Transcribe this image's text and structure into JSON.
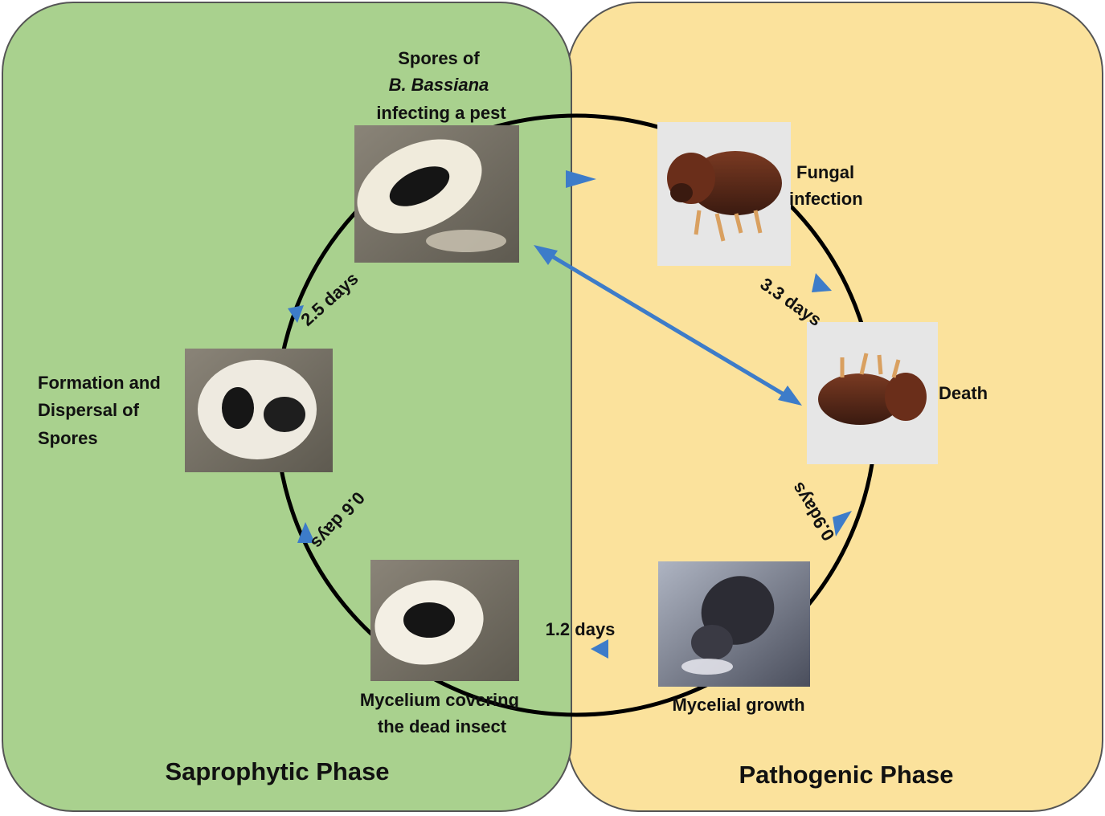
{
  "colors": {
    "saprophytic_panel": "#a9d18e",
    "pathogenic_panel": "#fbe29c",
    "panel_border": "#555555",
    "arrow": "#3d7cc9",
    "cycle": "#000000"
  },
  "phases": {
    "saprophytic": "Saprophytic Phase",
    "pathogenic": "Pathogenic Phase"
  },
  "stages": {
    "spores": {
      "line1": "Spores of",
      "line2": "B. Bassiana",
      "line3": "infecting a pest",
      "photo": "white-fungal-ring-photo"
    },
    "fungal_infection": {
      "line1": "Fungal",
      "line2": "infection",
      "photo": "brown-beetle-illustration"
    },
    "death": {
      "line1": "Death",
      "photo": "upturned-beetle-illustration"
    },
    "mycelial_growth": {
      "line1": "Mycelial growth",
      "photo": "beetle-with-mycelium-photo"
    },
    "mycelium_covering": {
      "line1": "Mycelium covering",
      "line2": "the dead insect",
      "photo": "mycelium-covered-insect-photo"
    },
    "formation": {
      "line1": "Formation and",
      "line2": "Dispersal of",
      "line3": "Spores",
      "photo": "spore-dispersal-photo"
    }
  },
  "durations": {
    "infection_to_death": "3.3 days",
    "death_to_growth": "0.9days",
    "growth_to_covering": "1.2 days",
    "covering_to_formation": "0.6 days",
    "formation_to_spores": "2.5 days"
  }
}
